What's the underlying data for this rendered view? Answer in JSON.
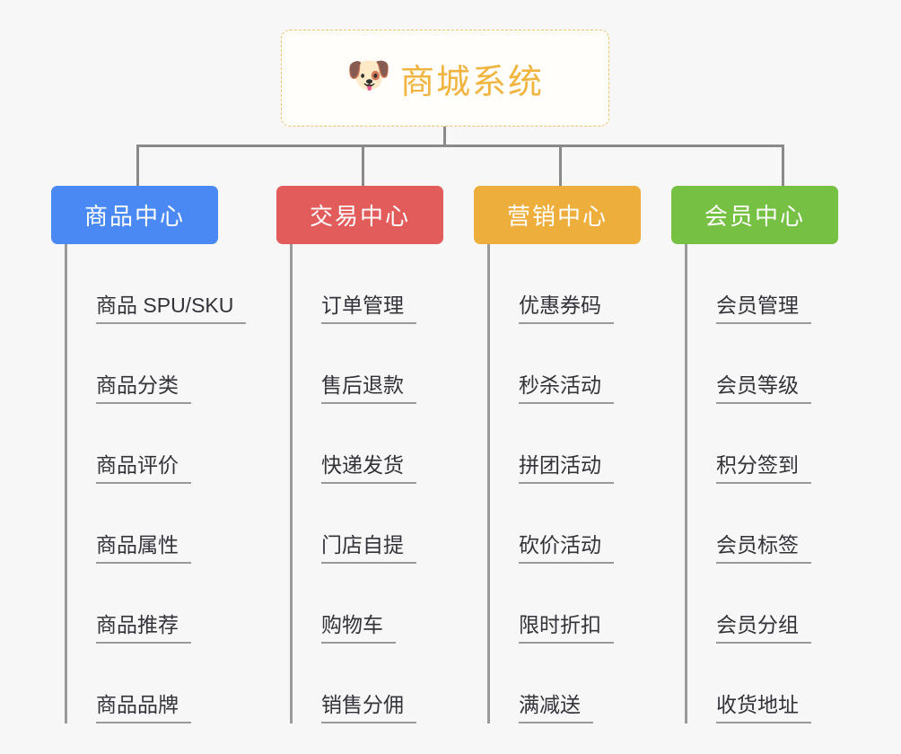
{
  "root": {
    "title": "商城系统",
    "icon": "shiba-dog-icon",
    "icon_glyph": "🐶",
    "border_color": "#efc06a",
    "text_color": "#f0b43f"
  },
  "canvas": {
    "background": "#f7f7f7",
    "line_color": "#8a8a8a"
  },
  "branches": [
    {
      "title": "商品中心",
      "color": "#4a89f3",
      "items": [
        "商品 SPU/SKU",
        "商品分类",
        "商品评价",
        "商品属性",
        "商品推荐",
        "商品品牌"
      ]
    },
    {
      "title": "交易中心",
      "color": "#e25c5c",
      "items": [
        "订单管理",
        "售后退款",
        "快递发货",
        "门店自提",
        "购物车",
        "销售分佣"
      ]
    },
    {
      "title": "营销中心",
      "color": "#edae3c",
      "items": [
        "优惠券码",
        "秒杀活动",
        "拼团活动",
        "砍价活动",
        "限时折扣",
        "满减送"
      ]
    },
    {
      "title": "会员中心",
      "color": "#76c043",
      "items": [
        "会员管理",
        "会员等级",
        "积分签到",
        "会员标签",
        "会员分组",
        "收货地址"
      ]
    }
  ]
}
